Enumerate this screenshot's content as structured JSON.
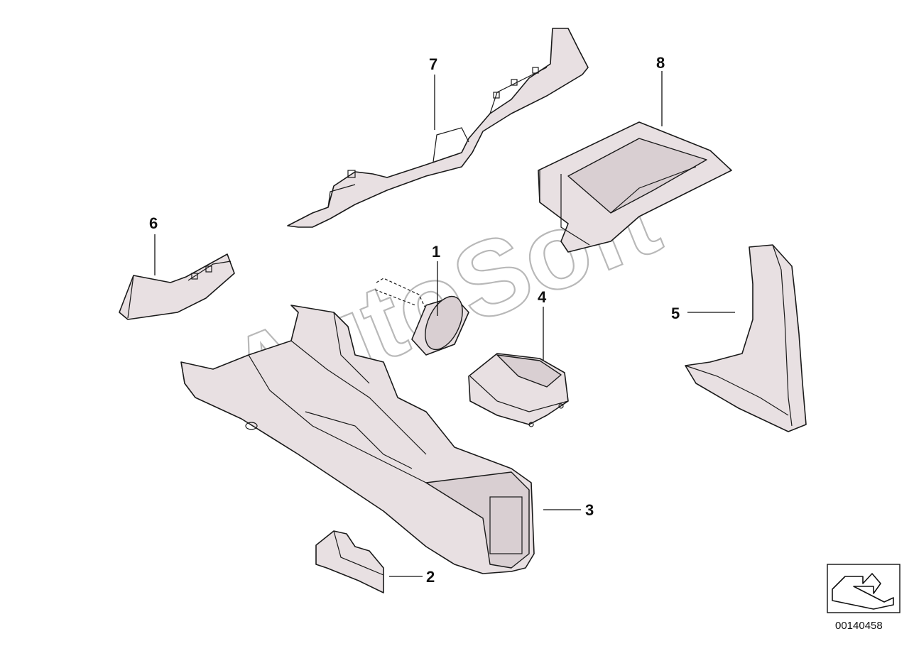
{
  "diagram": {
    "watermark": "AutoSoft",
    "reference_code": "00140458",
    "callouts": [
      "1",
      "2",
      "3",
      "4",
      "5",
      "6",
      "7",
      "8"
    ],
    "orientation_icon": "direction-arrow-icon"
  }
}
